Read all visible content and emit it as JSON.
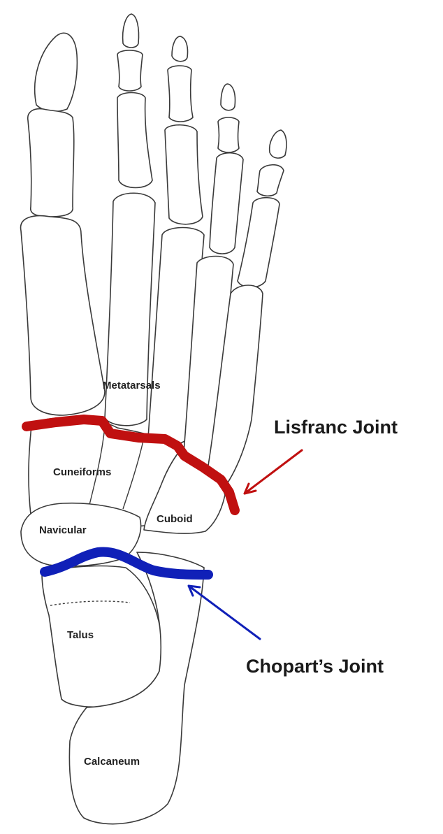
{
  "bone_labels": {
    "metatarsals": "Metatarsals",
    "cuneiforms": "Cuneiforms",
    "navicular": "Navicular",
    "cuboid": "Cuboid",
    "talus": "Talus",
    "calcaneum": "Calcaneum"
  },
  "joints": {
    "lisfranc": {
      "label": "Lisfranc Joint",
      "color": "#c01010"
    },
    "chopart": {
      "label": "Chopart’s Joint",
      "color": "#1020b8"
    }
  }
}
